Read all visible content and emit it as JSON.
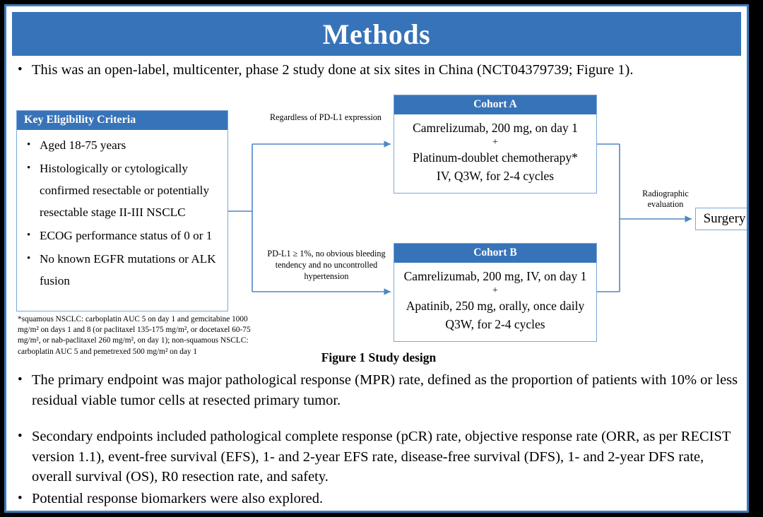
{
  "colors": {
    "accent_blue": "#3773B8",
    "border_blue": "#7BA7D7",
    "frame_blue": "#3C7BC0",
    "outer_black": "#000000",
    "text": "#000000",
    "header_text": "#FFFFFF"
  },
  "header": {
    "title": "Methods"
  },
  "intro_bullet": {
    "marker": "•",
    "text": "This was an open-label, multicenter, phase 2 study done at six sites in China (NCT04379739; Figure 1)."
  },
  "figure": {
    "caption": "Figure 1 Study design",
    "eligibility": {
      "header": "Key  Eligibility Criteria",
      "marker": "•",
      "criteria": [
        "Aged 18-75 years",
        "Histologically or cytologically confirmed resectable or potentially resectable stage II-III  NSCLC",
        "ECOG performance status of 0 or 1",
        "No known EGFR mutations or ALK fusion"
      ]
    },
    "footnote": "*squamous NSCLC: carboplatin AUC 5 on day 1 and gemcitabine 1000 mg/m² on days 1 and 8 (or paclitaxel 135-175 mg/m², or docetaxel 60-75 mg/m², or nab-paclitaxel 260 mg/m², on day 1); non-squamous NSCLC: carboplatin AUC 5 and pemetrexed 500 mg/m² on day 1",
    "annotations": {
      "top_arm_label": "Regardless  of PD-L1 expression",
      "bottom_arm_label": "PD-L1 ≥ 1%, no obvious bleeding tendency and no uncontrolled  hypertension",
      "outcome_label": "Radiographic evaluation"
    },
    "cohort_a": {
      "header": "Cohort A",
      "lines": [
        "Camrelizumab, 200 mg, on day 1",
        "+",
        "Platinum-doublet chemotherapy*",
        "IV, Q3W, for 2-4 cycles"
      ]
    },
    "cohort_b": {
      "header": "Cohort B",
      "lines": [
        "Camrelizumab, 200 mg, IV, on day 1",
        "+",
        "Apatinib, 250 mg, orally, once daily",
        "Q3W, for 2-4 cycles"
      ]
    },
    "surgery": {
      "label": "Surgery"
    }
  },
  "body_bullets": [
    {
      "marker": "•",
      "text": "The primary endpoint was major pathological response (MPR) rate, defined as the proportion of patients with 10% or less residual viable tumor cells at resected primary tumor."
    },
    {
      "marker": "•",
      "text": "Secondary endpoints included pathological complete response (pCR) rate, objective response rate (ORR, as per RECIST version 1.1), event-free survival (EFS), 1- and 2-year EFS rate, disease-free survival (DFS), 1- and 2-year DFS rate, overall survival (OS), R0 resection rate, and safety."
    },
    {
      "marker": "•",
      "text": "Potential response biomarkers were also explored."
    }
  ]
}
